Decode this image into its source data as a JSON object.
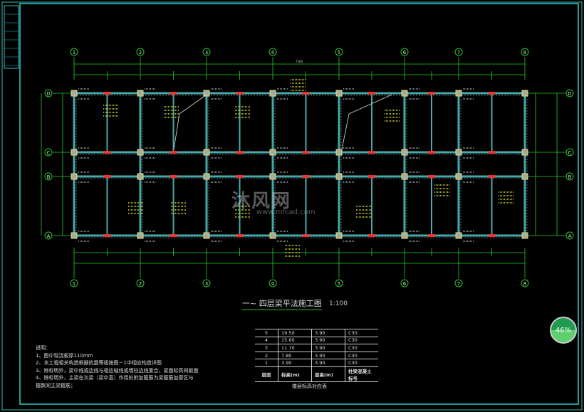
{
  "drawing": {
    "title": "一~ 四层梁平法施工图",
    "scale": "1:100",
    "column_axes": [
      "1",
      "2",
      "3",
      "4",
      "5",
      "6",
      "7",
      "8"
    ],
    "row_axes": [
      "D",
      "C",
      "B",
      "A"
    ],
    "overall_dimension": "7500",
    "notes": {
      "heading": "说明：",
      "items": [
        "1、图中现浇板厚110mm",
        "2、本工程相关构造根据抗震等级按图－1中相应构造详图",
        "3、除标明外，梁中线或边线与相应轴线或墙柱边线重合，梁面标高同板面",
        "4、除标明外，主梁在次梁（梁中直）作用处附加箍筋为梁箍筋加密区与",
        "箍数同主梁箍筋；"
      ]
    },
    "elevation_table": {
      "caption": "楼层标高对应表",
      "headers": [
        "层面",
        "标高(m)",
        "层高(m)",
        "柱梁混凝土标号"
      ],
      "rows": [
        [
          "5",
          "19.50",
          "3.90",
          "C30"
        ],
        [
          "4",
          "15.60",
          "3.90",
          "C30"
        ],
        [
          "3",
          "11.70",
          "3.90",
          "C30"
        ],
        [
          "2",
          "7.80",
          "3.90",
          "C30"
        ],
        [
          "1",
          "3.90",
          "3.90",
          "C30"
        ]
      ]
    },
    "watermark": {
      "name": "沐风网",
      "url": "www.mfcad.com"
    }
  },
  "progress_badge": {
    "label": "46%",
    "value": 46
  }
}
